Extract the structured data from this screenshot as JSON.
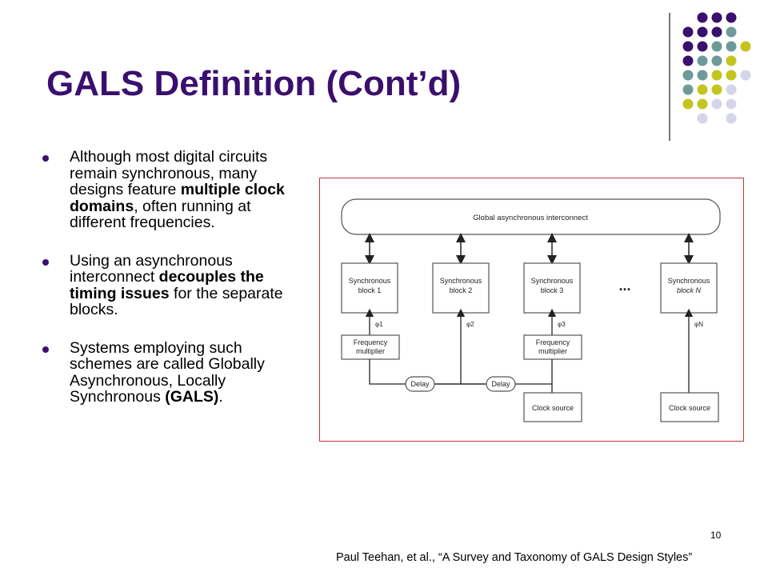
{
  "slide": {
    "title": "GALS Definition (Cont’d)",
    "page_number": "10",
    "citation": "Paul Teehan, et al., “A Survey and Taxonomy of GALS Design Styles”",
    "bullets": [
      {
        "segments": [
          {
            "text": "Although most digital circuits remain synchronous, many designs feature ",
            "bold": false
          },
          {
            "text": "multiple clock domains",
            "bold": true
          },
          {
            "text": ", often running at different frequencies.",
            "bold": false
          }
        ]
      },
      {
        "segments": [
          {
            "text": "Using an asynchronous interconnect ",
            "bold": false
          },
          {
            "text": "decouples the timing issues",
            "bold": true
          },
          {
            "text": " for the separate blocks.",
            "bold": false
          }
        ]
      },
      {
        "segments": [
          {
            "text": "Systems employing such schemes are called Globally Asynchronous, Locally Synchronous ",
            "bold": false
          },
          {
            "text": "(GALS)",
            "bold": true
          },
          {
            "text": ".",
            "bold": false
          }
        ]
      }
    ]
  },
  "figure": {
    "interconnect_label": "Global asynchronous interconnect",
    "block_title": "Synchronous",
    "block_labels": [
      "block 1",
      "block 2",
      "block 3",
      "block N"
    ],
    "ellipsis": "...",
    "clock_signals": [
      "φ1",
      "φ2",
      "φ3",
      "φN"
    ],
    "freq_mult_line1": "Frequency",
    "freq_mult_line2": "multiplier",
    "delay_label": "Delay",
    "clock_source_label": "Clock source"
  },
  "theme": {
    "title_color": "#3a0f6e",
    "bullet_color": "#3a0f6e",
    "figure_border_color": "#c4333a",
    "dot_colors": {
      "purple": "#3a0f6e",
      "teal": "#6e9a9a",
      "olive": "#c4c41f",
      "lavender": "#d5d5ea"
    }
  }
}
